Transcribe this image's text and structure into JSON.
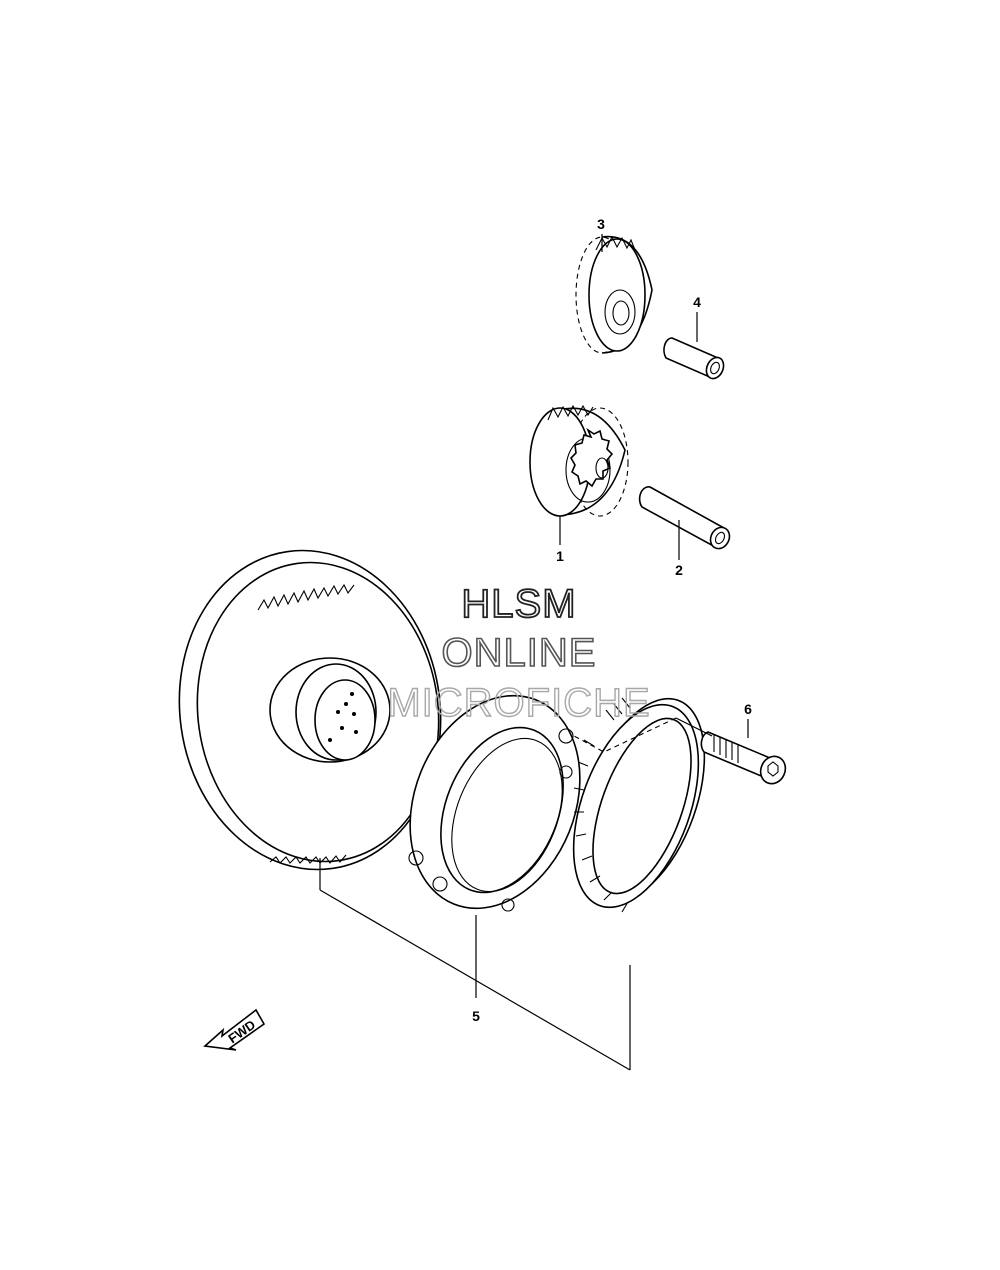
{
  "callouts": {
    "part_1": "1",
    "part_2": "2",
    "part_3": "3",
    "part_4": "4",
    "part_5": "5",
    "part_6": "6"
  },
  "watermark": {
    "line1": "HLSM",
    "line2": "ONLINE",
    "line3": "MICROFICHE"
  },
  "direction_arrow": {
    "label": "FWD"
  },
  "colors": {
    "line": "#000000",
    "background": "#ffffff",
    "watermark_dark": "#222222",
    "watermark_mid": "#555555",
    "watermark_light": "#a8a8a8"
  }
}
